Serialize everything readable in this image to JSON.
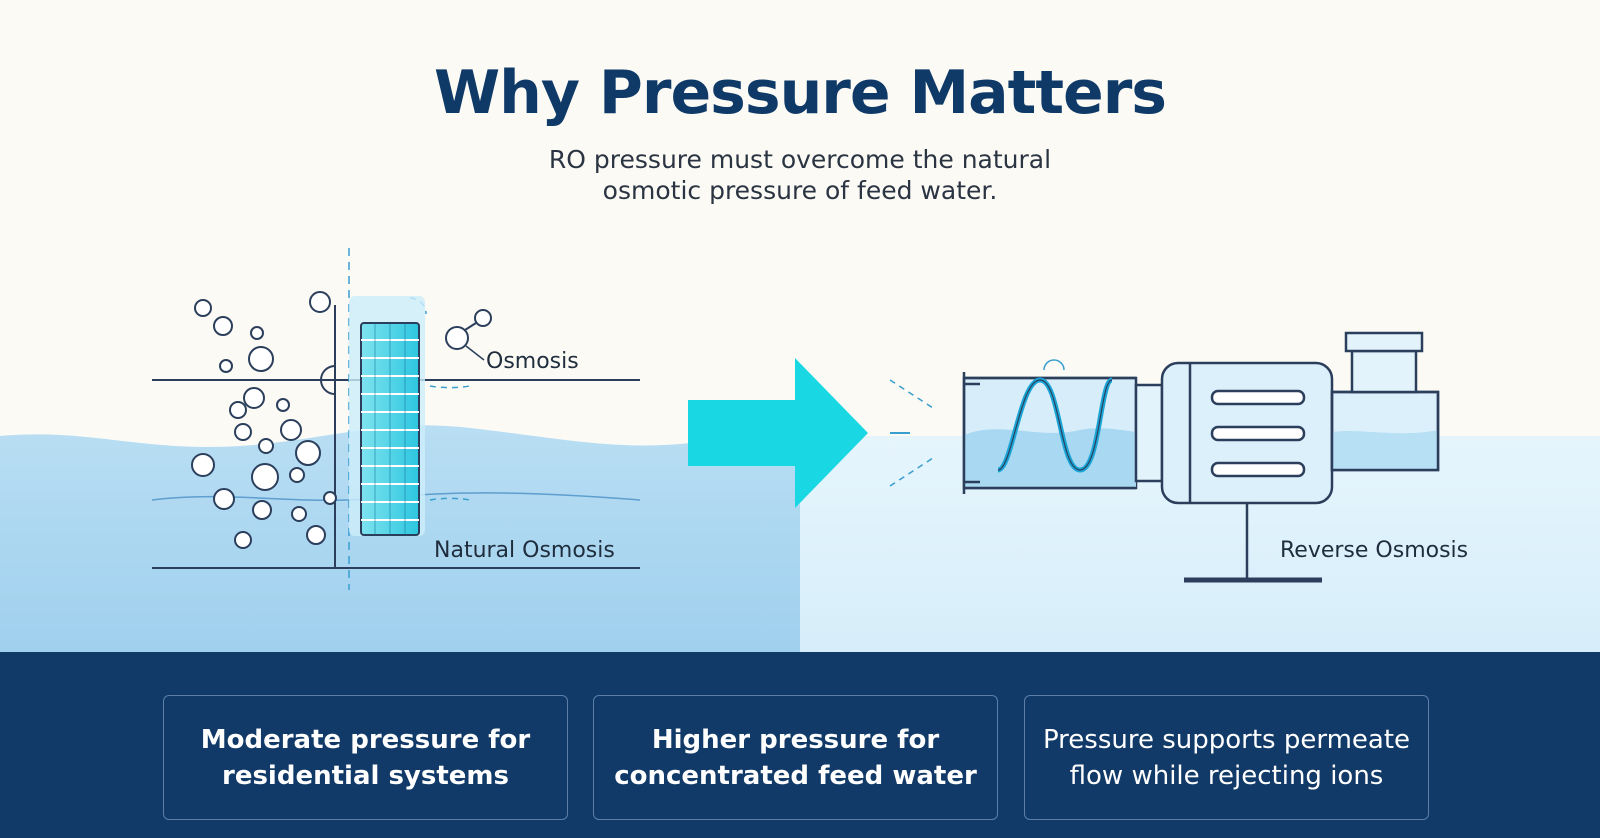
{
  "title": "Why Pressure Matters",
  "subtitle_lines": [
    "RO pressure must overcome the natural",
    "osmotic pressure of feed water."
  ],
  "diagram": {
    "label_osmosis": "Osmosis",
    "label_natural_osmosis": "Natural Osmosis",
    "label_reverse_osmosis": "Reverse Osmosis"
  },
  "cards": [
    {
      "line1": "Moderate pressure for",
      "line2": "residential systems"
    },
    {
      "line1": "Higher pressure for",
      "line2": "concentrated feed water"
    },
    {
      "line1": "Pressure supports permeate",
      "line2": "flow while rejecting ions"
    }
  ],
  "colors": {
    "title": "#0f3a68",
    "arrow": "#19d8e4",
    "water_left": "#a8d6f0",
    "water_right": "#dcf0fb",
    "band": "#123a68",
    "line_art": "#2b3f5c"
  }
}
